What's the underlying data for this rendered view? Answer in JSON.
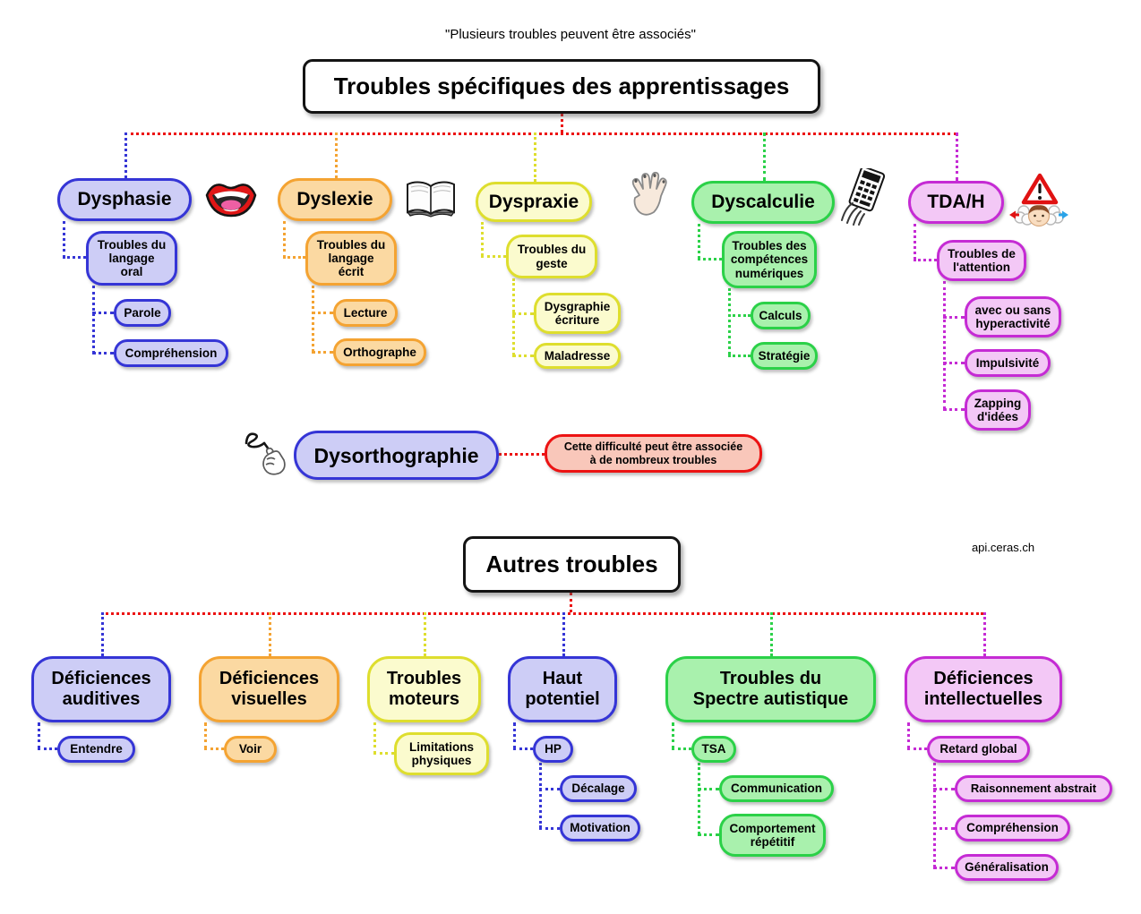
{
  "quote": "\"Plusieurs troubles peuvent être associés\"",
  "watermark": "api.ceras.ch",
  "palette": {
    "blue": "#3535d6",
    "orange": "#f4a332",
    "yellow": "#dede2e",
    "green": "#2bd148",
    "magenta": "#c52bd4",
    "red": "#ec1313"
  },
  "icons": {
    "dysphasie": "mouth-icon",
    "dyslexie": "open-book-icon",
    "dyspraxie": "open-hand-icon",
    "dyscalculie": "calculator-hand-icon",
    "tdah_warning": "warning-triangle-icon",
    "tdah_child": "distracted-child-icon",
    "dysorthographie": "writing-hand-icon"
  },
  "section1": {
    "title": "Troubles spécifiques des apprentissages",
    "dysphasie": {
      "label": "Dysphasie",
      "child": "Troubles du\nlangage\noral",
      "leaves": [
        "Parole",
        "Compréhension"
      ]
    },
    "dyslexie": {
      "label": "Dyslexie",
      "child": "Troubles du\nlangage\nécrit",
      "leaves": [
        "Lecture",
        "Orthographe"
      ]
    },
    "dyspraxie": {
      "label": "Dyspraxie",
      "child": "Troubles du\ngeste",
      "leaves": [
        "Dysgraphie\nécriture",
        "Maladresse"
      ]
    },
    "dyscalculie": {
      "label": "Dyscalculie",
      "child": "Troubles des\ncompétences\nnumériques",
      "leaves": [
        "Calculs",
        "Stratégie"
      ]
    },
    "tdah": {
      "label": "TDA/H",
      "child": "Troubles de\nl'attention",
      "leaves": [
        "avec ou sans\nhyperactivité",
        "Impulsivité",
        "Zapping\nd'idées"
      ]
    }
  },
  "dysortho": {
    "label": "Dysorthographie",
    "note": "Cette difficulté peut être associée\nà de nombreux troubles"
  },
  "section2": {
    "title": "Autres troubles",
    "auditives": {
      "label": "Déficiences\nauditives",
      "leaves": [
        "Entendre"
      ]
    },
    "visuelles": {
      "label": "Déficiences\nvisuelles",
      "leaves": [
        "Voir"
      ]
    },
    "moteurs": {
      "label": "Troubles\nmoteurs",
      "leaves": [
        "Limitations\nphysiques"
      ]
    },
    "hp": {
      "label": "Haut\npotentiel",
      "child": "HP",
      "leaves": [
        "Décalage",
        "Motivation"
      ]
    },
    "tsa": {
      "label": "Troubles du\nSpectre autistique",
      "child": "TSA",
      "leaves": [
        "Communication",
        "Comportement\nrépétitif"
      ]
    },
    "intellectuelles": {
      "label": "Déficiences\nintellectuelles",
      "child": "Retard global",
      "leaves": [
        "Raisonnement abstrait",
        "Compréhension",
        "Généralisation"
      ]
    }
  }
}
